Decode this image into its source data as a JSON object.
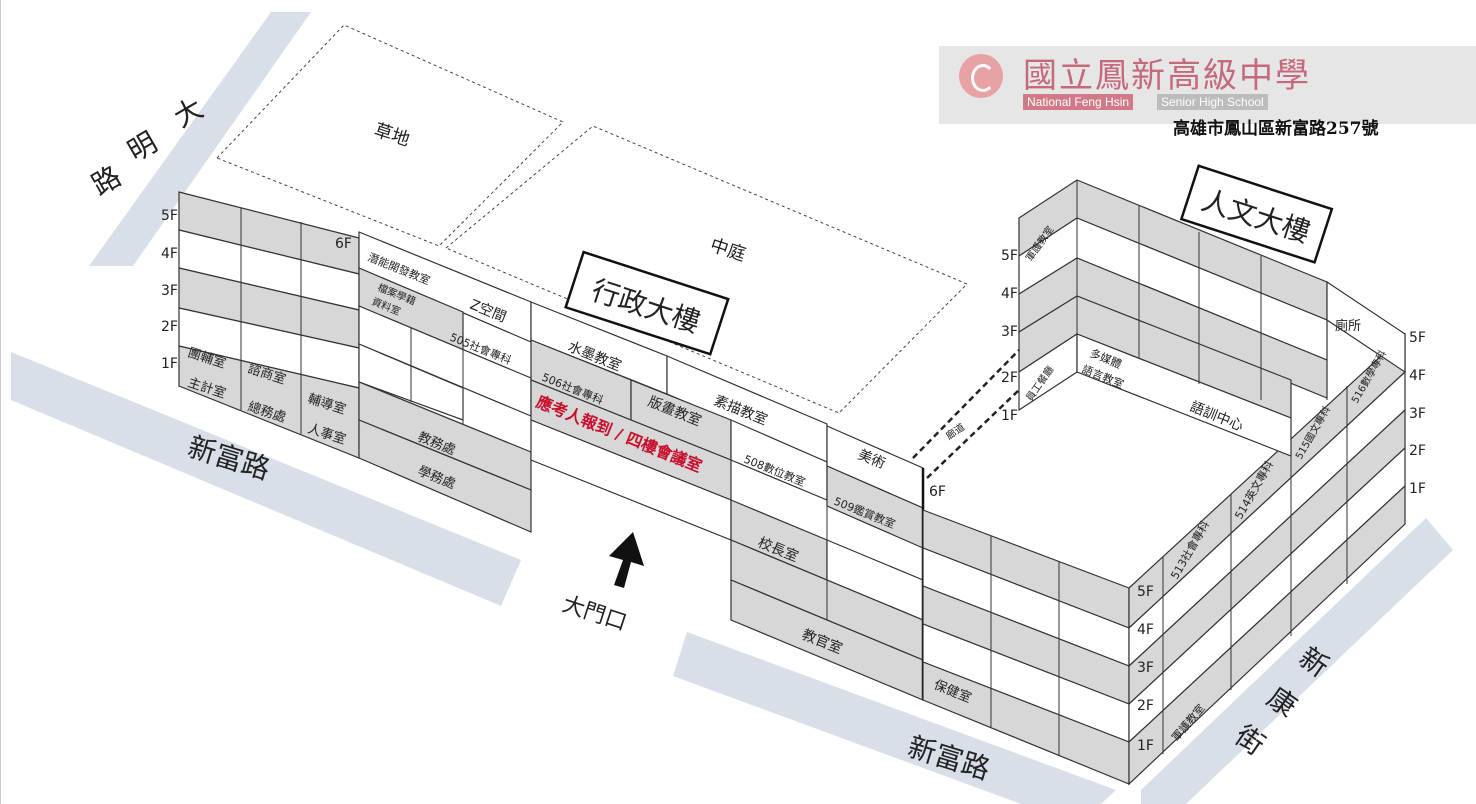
{
  "school": {
    "name_cn": "國立鳳新高級中學",
    "name_en_1": "National Feng Hsin",
    "name_en_2": "Senior High School",
    "address": "高雄市鳳山區新富路257號"
  },
  "roads": {
    "daming": [
      "大",
      "明",
      "路"
    ],
    "xinfu_left": "新富路",
    "xinfu_bottom": "新富路",
    "xinkang": [
      "新",
      "康",
      "街"
    ]
  },
  "areas": {
    "lawn": "草地",
    "courtyard": "中庭",
    "main_gate": "大門口"
  },
  "buildings": {
    "admin": "行政大樓",
    "humanities": "人文大樓"
  },
  "floors": {
    "f1": "1F",
    "f2": "2F",
    "f3": "3F",
    "f4": "4F",
    "f5": "5F",
    "f6": "6F"
  },
  "rooms": {
    "tuanfu": "團輔室",
    "zixun": "諮商室",
    "zhuji": "主計室",
    "zongwu": "總務處",
    "fudao": "輔導室",
    "renshi": "人事室",
    "qianneng": "潛能開發教室",
    "dangan": "檔案學籍",
    "ziliao": "資料室",
    "zkongjian": "Z空間",
    "r505": "505社會專科",
    "jiaowu": "教務處",
    "xuewu": "學務處",
    "shuimo": "水墨教室",
    "r506": "506社會專科",
    "notice": "應考人報到 / 四樓會議室",
    "banhua": "版畫教室",
    "sumiao": "素描教室",
    "r508": "508數位教室",
    "meishu": "美術",
    "r509": "509鑑賞教室",
    "xiaozhang": "校長室",
    "jiaoguan": "教官室",
    "baojian": "保健室",
    "junhu5": "軍護教室",
    "junhu2": "軍護教室",
    "langdao": "廊道",
    "yuangong": "員工餐廳",
    "duomeiti": "多媒體",
    "yuyan": "語言教室",
    "cesuo": "廁所",
    "yuxun": "語訓中心",
    "r513": "513社會專科",
    "r514": "514英文專科",
    "r515": "515國文專科",
    "r516": "516數學專科"
  },
  "colors": {
    "road": "#d9dfe8",
    "shaded_floor": "#d7d7d7",
    "notice_red": "#c8102e",
    "logo_pink": "#c56a7a"
  }
}
